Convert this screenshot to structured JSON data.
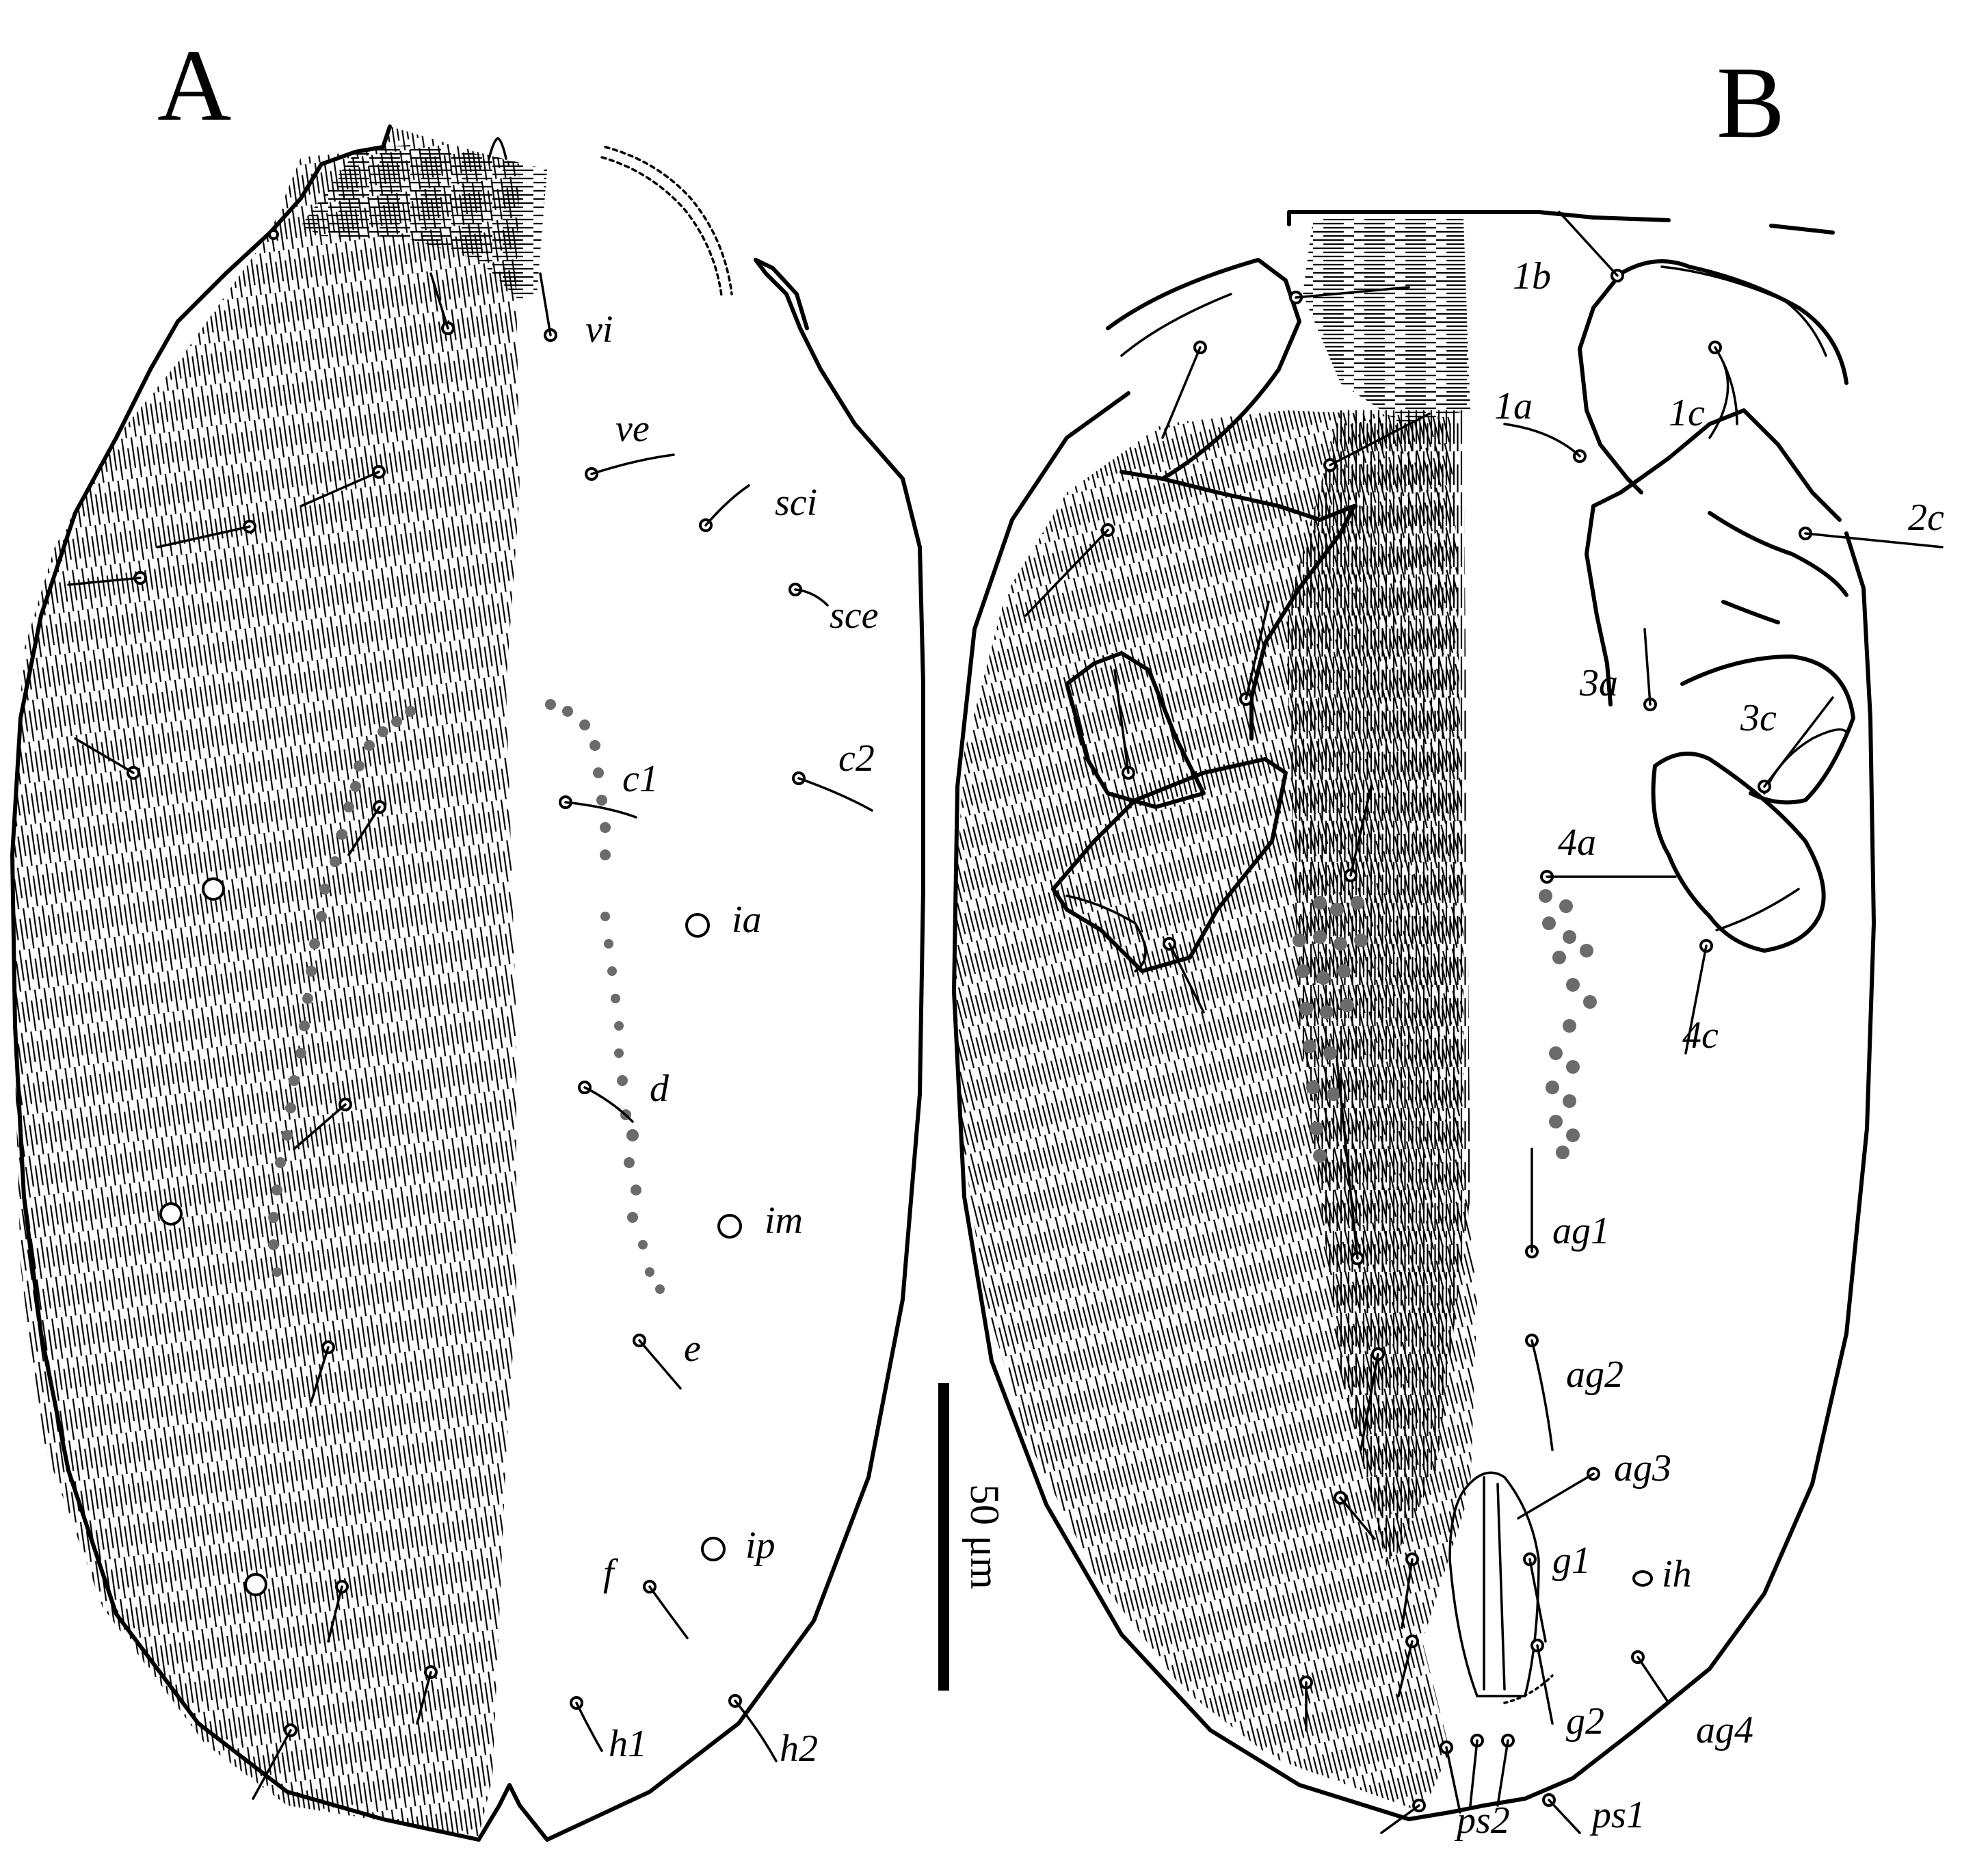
{
  "panels": {
    "A": {
      "letter": "A"
    },
    "B": {
      "letter": "B"
    }
  },
  "setae_labels_A": [
    "vi",
    "ve",
    "sci",
    "sce",
    "c1",
    "c2",
    "ia",
    "d",
    "im",
    "e",
    "ip",
    "f",
    "h1",
    "h2"
  ],
  "setae_labels_B": [
    "1b",
    "1a",
    "1c",
    "2c",
    "3a",
    "3c",
    "4a",
    "4c",
    "ag1",
    "ag2",
    "ag3",
    "g1",
    "ih",
    "g2",
    "ag4",
    "ps2",
    "ps1"
  ],
  "scale_bar": {
    "label": "50 μm"
  },
  "colors": {
    "ink": "#000000",
    "stipple": "#6b6b6b",
    "background": "#ffffff"
  }
}
